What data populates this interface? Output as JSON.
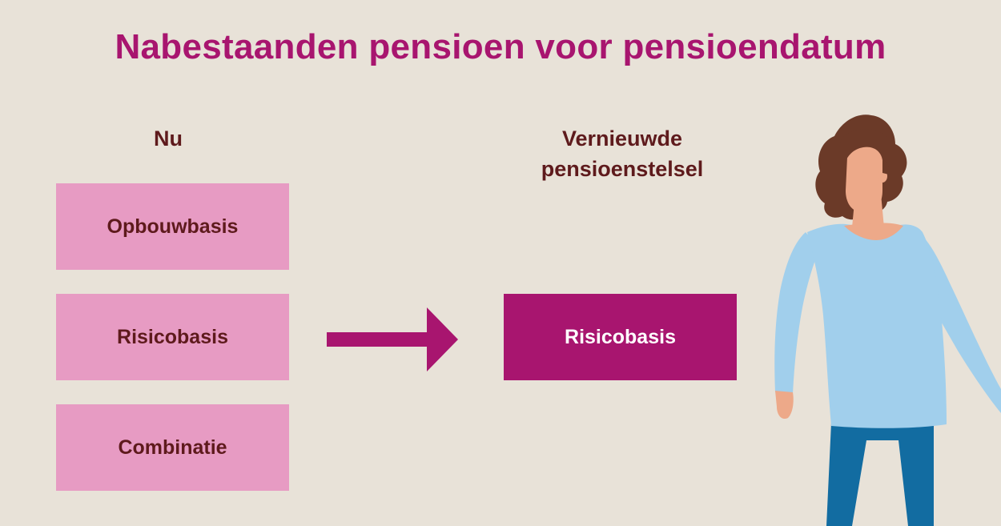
{
  "title": "Nabestaanden pensioen voor pensioendatum",
  "current": {
    "heading": "Nu",
    "options": [
      "Opbouwbasis",
      "Risicobasis",
      "Combinatie"
    ]
  },
  "new": {
    "heading_line1": "Vernieuwde",
    "heading_line2": "pensioenstelsel",
    "option": "Risicobasis"
  },
  "colors": {
    "background": "#e8e2d8",
    "accent": "#a8156f",
    "light_box": "#e79bc3",
    "dark_text": "#5e1a1c"
  },
  "icons": [
    "right-arrow-icon",
    "woman-illustration"
  ]
}
